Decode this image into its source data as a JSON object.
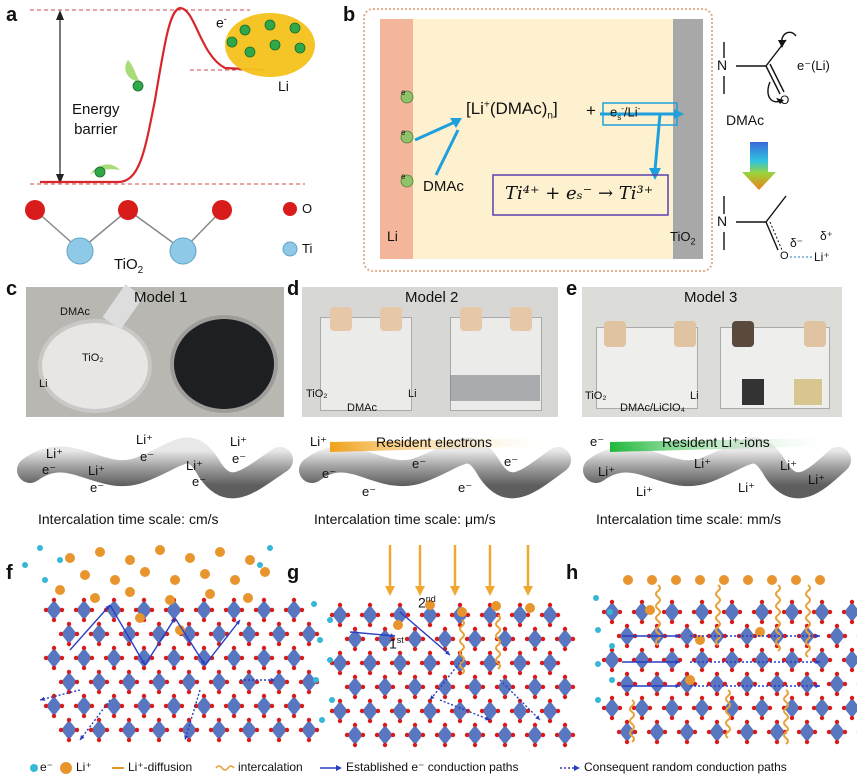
{
  "panels": {
    "a": {
      "label": "a",
      "electron": "e",
      "electron_sup": "-",
      "energy_barrier": [
        "Energy",
        "barrier"
      ],
      "li": "Li",
      "tio2_main": "TiO",
      "tio2_sub": "2",
      "legend_o": "O",
      "legend_ti": "Ti"
    },
    "b": {
      "label": "b",
      "complex_main": "[Li",
      "complex_sup": "+",
      "complex_rest": "(DMAc)",
      "complex_sub": "n",
      "complex_close": "]",
      "plus": "+",
      "es_main": "e",
      "es_sub": "s",
      "es_sup": "-",
      "es_rest": "/Li",
      "es_sup2": "-",
      "dmac_left": "DMAc",
      "equation": "Ti⁴⁺ + eₛ⁻ → Ti³⁺",
      "li_electrode": "Li",
      "tio2_electrode_main": "TiO",
      "tio2_electrode_sub": "2",
      "electron_li": "e⁻(Li)",
      "dmac_right": "DMAc",
      "o": "O",
      "n": "N",
      "delta_minus": "δ⁻",
      "delta_plus": "δ⁺",
      "li_plus": "Li⁺",
      "electron": "e"
    },
    "c": {
      "label": "c",
      "model": "Model 1",
      "dmac": "DMAc",
      "tio2": "TiO₂",
      "li": "Li",
      "ions": [
        "Li⁺",
        "e⁻",
        "Li⁺",
        "e⁻",
        "e⁻",
        "Li⁺",
        "Li⁺",
        "e⁻",
        "Li⁺",
        "e⁻"
      ],
      "time_scale": "Intercalation time scale: cm/s"
    },
    "d": {
      "label": "d",
      "model": "Model 2",
      "tio2": "TiO₂",
      "dmac": "DMAc",
      "li": "Li",
      "bar_left": "Li⁺",
      "bar_text": "Resident electrons",
      "ions": [
        "e⁻",
        "e⁻",
        "e⁻",
        "e⁻",
        "e⁻"
      ],
      "time_scale": "Intercalation time scale: μm/s"
    },
    "e": {
      "label": "e",
      "model": "Model 3",
      "tio2": "TiO₂",
      "dmac": "DMAc/LiClO₄",
      "li": "Li",
      "bar_left": "e⁻",
      "bar_text": "Resident Li⁺-ions",
      "ions": [
        "Li⁺",
        "Li⁺",
        "Li⁺",
        "Li⁺",
        "Li⁺",
        "Li⁺"
      ],
      "time_scale": "Intercalation time scale: mm/s"
    },
    "f": {
      "label": "f"
    },
    "g": {
      "label": "g",
      "first": "1",
      "first_sup": "st",
      "second": "2",
      "second_sup": "nd"
    },
    "h": {
      "label": "h"
    }
  },
  "legend": {
    "electron": "e⁻",
    "li_ion": "Li⁺",
    "li_diffusion": "Li⁺-diffusion",
    "intercalation": "intercalation",
    "established": "Established e⁻ conduction paths",
    "consequent": "Consequent random conduction paths"
  },
  "colors": {
    "orange_ball": "#e8952e",
    "cyan_ball": "#36b7d6",
    "octahedron": "#3c5fb5",
    "arrow_blue": "#2a3dc0",
    "red_atom": "#d81b1b",
    "ti_atom": "#8fc9e8",
    "energy_curve": "#d8262a",
    "li_blob": "#f4c21c",
    "green_ball": "#2fa84a",
    "electrode_li": "#f4b69a",
    "electrode_bg": "#fdf1cf",
    "electrode_tio2": "#a8a8a8",
    "eq_border": "#5b3fb0",
    "intercalation_wave": "#e8a23a"
  }
}
